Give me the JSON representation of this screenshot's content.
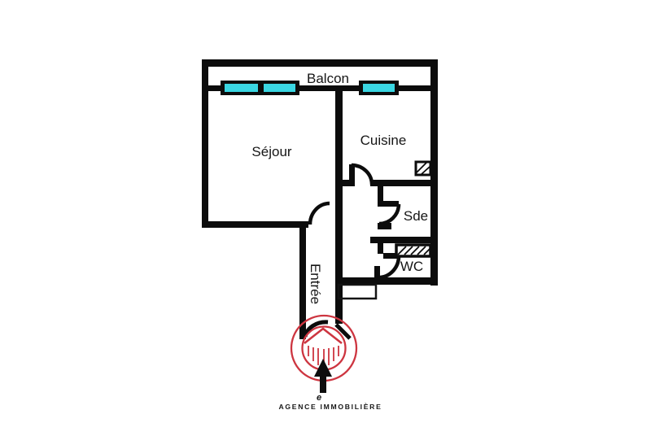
{
  "plan": {
    "rooms": [
      {
        "id": "balcon",
        "label": "Balcon"
      },
      {
        "id": "sejour",
        "label": "Séjour"
      },
      {
        "id": "cuisine",
        "label": "Cuisine"
      },
      {
        "id": "sde",
        "label": "Sde"
      },
      {
        "id": "wc",
        "label": "WC"
      },
      {
        "id": "entree",
        "label": "Entrée"
      }
    ]
  },
  "colors": {
    "wall": "#0c0c0c",
    "window": "#3ad6e2",
    "accent_red": "#cd3540",
    "text_red": "#e24646",
    "label_text": "#161616"
  },
  "branding": {
    "agency_label": "AGENCE IMMOBILIÈRE",
    "watermark": "e"
  }
}
